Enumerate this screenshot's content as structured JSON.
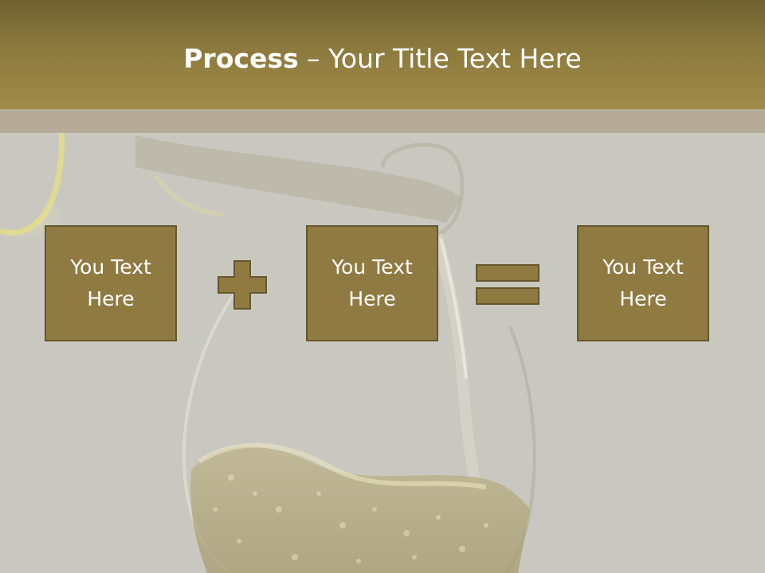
{
  "title": {
    "bold": "Process",
    "rest": " – Your Title Text Here"
  },
  "boxes": [
    {
      "text": "You Text\nHere"
    },
    {
      "text": "You Text\nHere"
    },
    {
      "text": "You Text\nHere"
    }
  ],
  "operators": {
    "first": "plus-icon",
    "second": "equals-icon"
  },
  "colors": {
    "header": "#8c7a3e",
    "box_fill": "#8f7b42",
    "box_border": "#65572c",
    "background": "#c9c8c0"
  }
}
